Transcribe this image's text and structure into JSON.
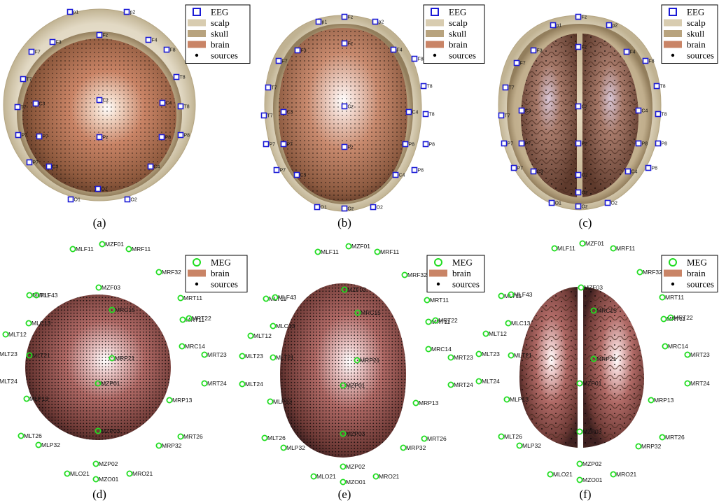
{
  "legend_eeg": {
    "items": [
      {
        "label": "EEG",
        "kind": "square",
        "color": "#1a1ad6"
      },
      {
        "label": "scalp",
        "kind": "patch",
        "color": "#d8ccb0"
      },
      {
        "label": "skull",
        "kind": "patch",
        "color": "#b8a37e"
      },
      {
        "label": "brain",
        "kind": "patch",
        "color": "#c98466"
      },
      {
        "label": "sources",
        "kind": "dot",
        "color": "#000000"
      }
    ]
  },
  "legend_meg": {
    "items": [
      {
        "label": "MEG",
        "kind": "circle",
        "color": "#22dd22"
      },
      {
        "label": "brain",
        "kind": "patch",
        "color": "#c98466"
      },
      {
        "label": "sources",
        "kind": "dot",
        "color": "#000000"
      }
    ]
  },
  "panels": [
    {
      "label": "(a)"
    },
    {
      "label": "(b)"
    },
    {
      "label": "(c)"
    },
    {
      "label": "(d)"
    },
    {
      "label": "(e)"
    },
    {
      "label": "(f)"
    }
  ],
  "eeg_labels": [
    "p1",
    "p2",
    "F3",
    "F4",
    "F7",
    "F8",
    "T7",
    "T8",
    "C3",
    "C4",
    "P7",
    "P8",
    "Pz",
    "O1",
    "O2",
    "Oz",
    "Cz",
    "Fz"
  ],
  "meg_labels": [
    "MLF11",
    "MZF01",
    "MRF11",
    "MRF32",
    "MLF43",
    "MZF03",
    "MRT11",
    "MRT22",
    "MLC13",
    "MLT12",
    "MRC14",
    "MLT23",
    "MRT23",
    "MLT24",
    "MRT24",
    "MRP13",
    "MLT26",
    "MRT26",
    "MLP32",
    "MRP32",
    "MZP02",
    "MLO21",
    "MRO21",
    "MZO01"
  ],
  "colors": {
    "eeg_marker": "#1a1ad6",
    "meg_marker": "#22dd22",
    "scalp": "#d8ccb0",
    "skull": "#b8a37e",
    "brain": "#c98466",
    "meg_brain": "#a86060"
  }
}
